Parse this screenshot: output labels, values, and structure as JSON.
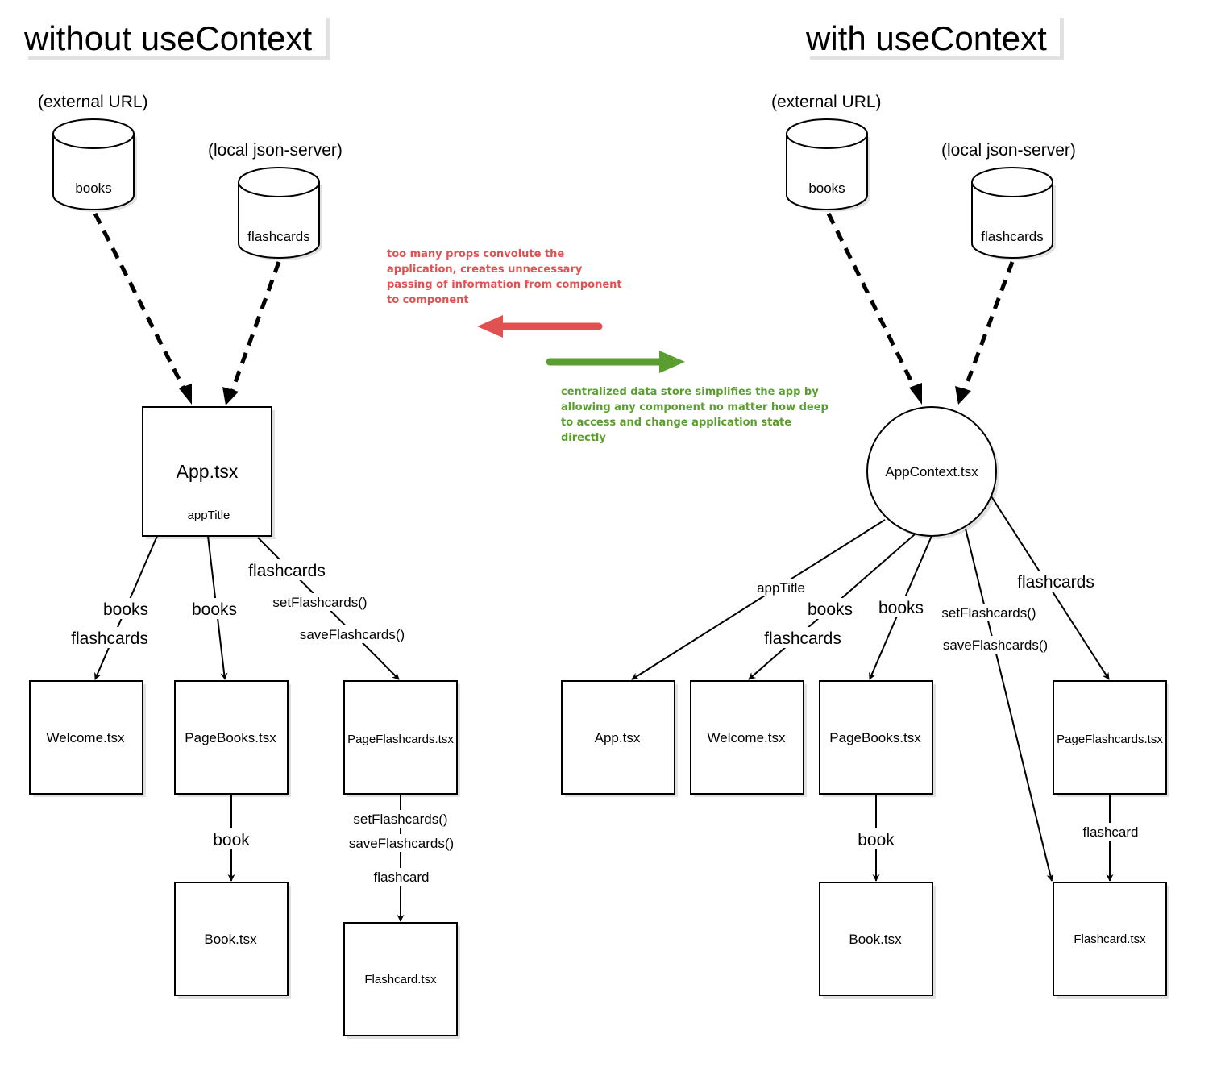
{
  "left": {
    "title": "without useContext",
    "sources": {
      "external_label": "(external URL)",
      "books_db": "books",
      "local_label": "(local json-server)",
      "flashcards_db": "flashcards"
    },
    "nodes": {
      "app": "App.tsx",
      "app_sub": "appTitle",
      "welcome": "Welcome.tsx",
      "pagebooks": "PageBooks.tsx",
      "pageflashcards": "PageFlashcards.tsx",
      "book": "Book.tsx",
      "flashcard": "Flashcard.tsx"
    },
    "edges": {
      "welcome_books": "books",
      "welcome_flashcards": "flashcards",
      "pagebooks_books": "books",
      "pf_flashcards": "flashcards",
      "pf_set": "setFlashcards()",
      "pf_save": "saveFlashcards()",
      "book_book": "book",
      "fc_set": "setFlashcards()",
      "fc_save": "saveFlashcards()",
      "fc_flashcard": "flashcard"
    }
  },
  "right": {
    "title": "with useContext",
    "sources": {
      "external_label": "(external URL)",
      "books_db": "books",
      "local_label": "(local json-server)",
      "flashcards_db": "flashcards"
    },
    "nodes": {
      "context": "AppContext.tsx",
      "app": "App.tsx",
      "welcome": "Welcome.tsx",
      "pagebooks": "PageBooks.tsx",
      "pageflashcards": "PageFlashcards.tsx",
      "book": "Book.tsx",
      "flashcard": "Flashcard.tsx"
    },
    "edges": {
      "app_title": "appTitle",
      "welcome_books": "books",
      "welcome_flashcards": "flashcards",
      "pagebooks_books": "books",
      "fc_set": "setFlashcards()",
      "fc_save": "saveFlashcards()",
      "pf_flashcards": "flashcards",
      "book_book": "book",
      "fc_flashcard": "flashcard"
    }
  },
  "notes": {
    "problem": [
      "too many props convolute the",
      "application, creates unnecessary",
      "passing of information from component",
      "to component"
    ],
    "solution": [
      "centralized data store simplifies the app by",
      "allowing any component no matter how deep",
      "to access and change application state",
      "directly"
    ]
  },
  "colors": {
    "problem": "#e05252",
    "solution": "#5a9e2f"
  },
  "icons": {
    "database": "database-cylinder-icon"
  }
}
